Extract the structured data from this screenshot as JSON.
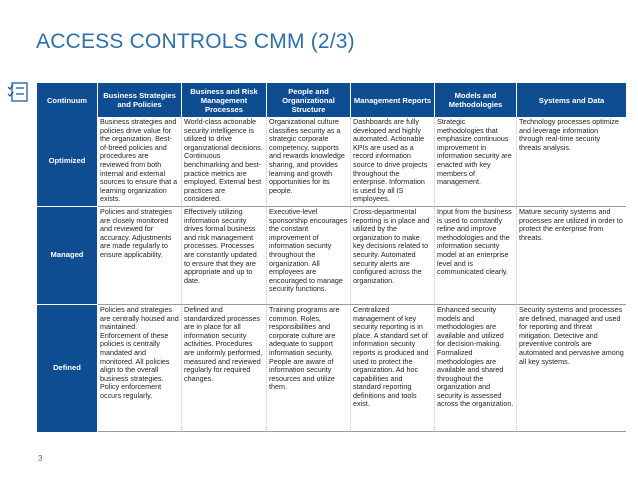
{
  "title": "ACCESS CONTROLS CMM (2/3)",
  "page_number": "3",
  "table": {
    "headers": [
      "Continuum",
      "Business Strategies and Policies",
      "Business and Risk Management Processes",
      "People and Organizational Structure",
      "Management Reports",
      "Models and Methodologies",
      "Systems and Data"
    ],
    "rows": [
      {
        "level": "Optimized",
        "cells": [
          "Business strategies and policies drive value for the organization. Best-of-breed policies and procedures are reviewed from both internal and external sources to ensure that a learning organization exists.",
          "World-class actionable security intelligence is utilized to drive organizational decisions. Continuous benchmarking and best-practice metrics are employed. External best practices are considered.",
          "Organizational culture classifies security as a strategic corporate competency, supports and rewards knowledge sharing, and provides learning and growth opportunities for its people.",
          "Dashboards are fully developed and highly automated. Actionable KPIs are used as a record information source to drive projects throughout the enterprise. Information is used by all IS employees.",
          "Strategic methodologies that emphasize continuous improvement in information security are enacted with key members of management.",
          "Technology processes optimize and leverage information through real-time security threats analysis."
        ]
      },
      {
        "level": "Managed",
        "cells": [
          "Policies and strategies are closely monitored and reviewed for accuracy. Adjustments are made regularly to ensure applicability.",
          "Effectively utilizing information security drives formal business and risk management processes. Processes are constantly updated to ensure that they are appropriate and up to date.",
          "Executive-level sponsorship encourages the constant improvement of information security throughout the organization. All employees are encouraged to manage security functions.",
          "Cross-departmental reporting is in place and utilized by the organization to make key decisions related to security. Automated security alerts are configured across the organization.",
          "Input from the business is used to constantly refine and improve methodologies and the information security model at an enterprise level and is communicated clearly.",
          "Mature security systems and processes are utilized in order to protect the enterprise from threats."
        ]
      },
      {
        "level": "Defined",
        "cells": [
          "Policies and strategies are centrally housed and maintained. Enforcement of these policies is centrally mandated and monitored. All policies align to the overall business strategies. Policy enforcement occurs regularly.",
          "Defined and standardized processes are in place for all information security activities. Procedures are uniformly performed, measured and reviewed regularly for required changes.",
          "Training programs are common. Roles, responsibilities and corporate culture are adequate to support information security. People are aware of information security resources and utilize them.",
          "Centralized management of key security reporting is in place. A standard set of information security reports is produced and used to protect the organization. Ad hoc capabilities and standard reporting definitions and tools exist.",
          "Enhanced security models and methodologies are available and utilized for decision-making. Formalized methodologies are available and shared throughout the organization and security is assessed across the organization.",
          "Security systems and processes are defined, managed and used for reporting and threat mitigation. Detective and preventive controls are automated and pervasive among all key systems."
        ]
      }
    ]
  }
}
